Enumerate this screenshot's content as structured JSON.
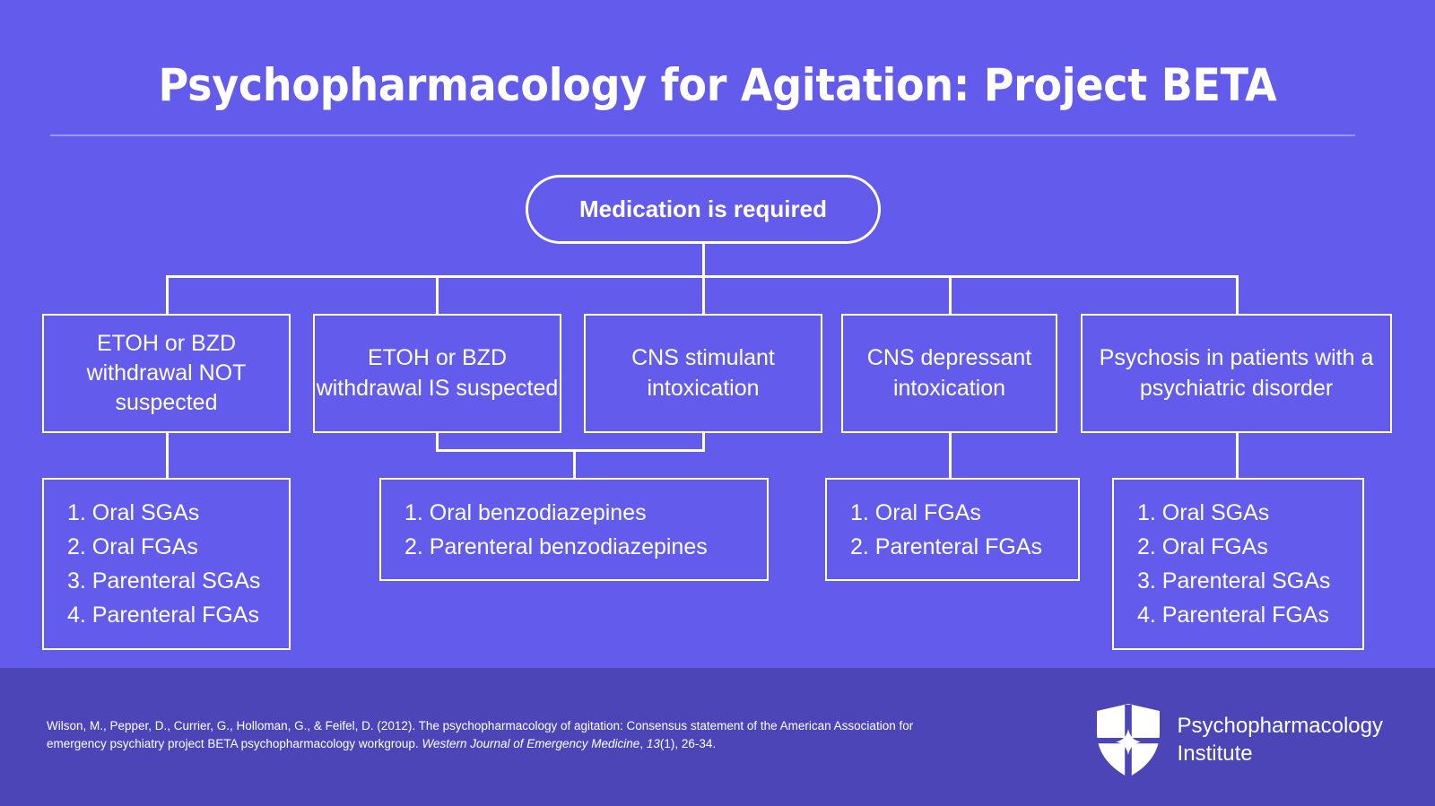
{
  "slide": {
    "title": "Psychopharmacology for Agitation: Project BETA",
    "background_color": "#635bec",
    "footer_color": "#4c45b8",
    "accent_color": "#ffffff"
  },
  "flowchart": {
    "root": {
      "label": "Medication is required"
    },
    "branches": [
      {
        "label": "ETOH or BZD withdrawal NOT suspected"
      },
      {
        "label": "ETOH or BZD withdrawal IS suspected"
      },
      {
        "label": "CNS stimulant intoxication"
      },
      {
        "label": "CNS depressant intoxication"
      },
      {
        "label": "Psychosis in patients with a psychiatric disorder"
      }
    ],
    "treatments": [
      {
        "items": [
          "1. Oral SGAs",
          "2. Oral FGAs",
          "3. Parenteral SGAs",
          "4. Parenteral FGAs"
        ]
      },
      {
        "items": [
          "1. Oral benzodiazepines",
          "2. Parenteral benzodiazepines"
        ]
      },
      {
        "items": [
          "1. Oral FGAs",
          "2. Parenteral FGAs"
        ]
      },
      {
        "items": [
          "1. Oral SGAs",
          "2. Oral FGAs",
          "3. Parenteral SGAs",
          "4. Parenteral FGAs"
        ]
      }
    ]
  },
  "footer": {
    "citation_line1": "Wilson, M., Pepper, D., Currier, G., Holloman, G., & Feifel, D. (2012). The psychopharmacology of agitation: Consensus statement of the American",
    "citation_line2_pre": "Association for emergency psychiatry project BETA psychopharmacology workgroup. ",
    "citation_journal": "Western Journal of Emergency Medicine",
    "citation_volume_sep": ", ",
    "citation_volume": "13",
    "citation_line2_post": "(1), 26-34.",
    "brand_line1": "Psychopharmacology",
    "brand_line2": "Institute",
    "logo_icon": "shield-icon"
  }
}
